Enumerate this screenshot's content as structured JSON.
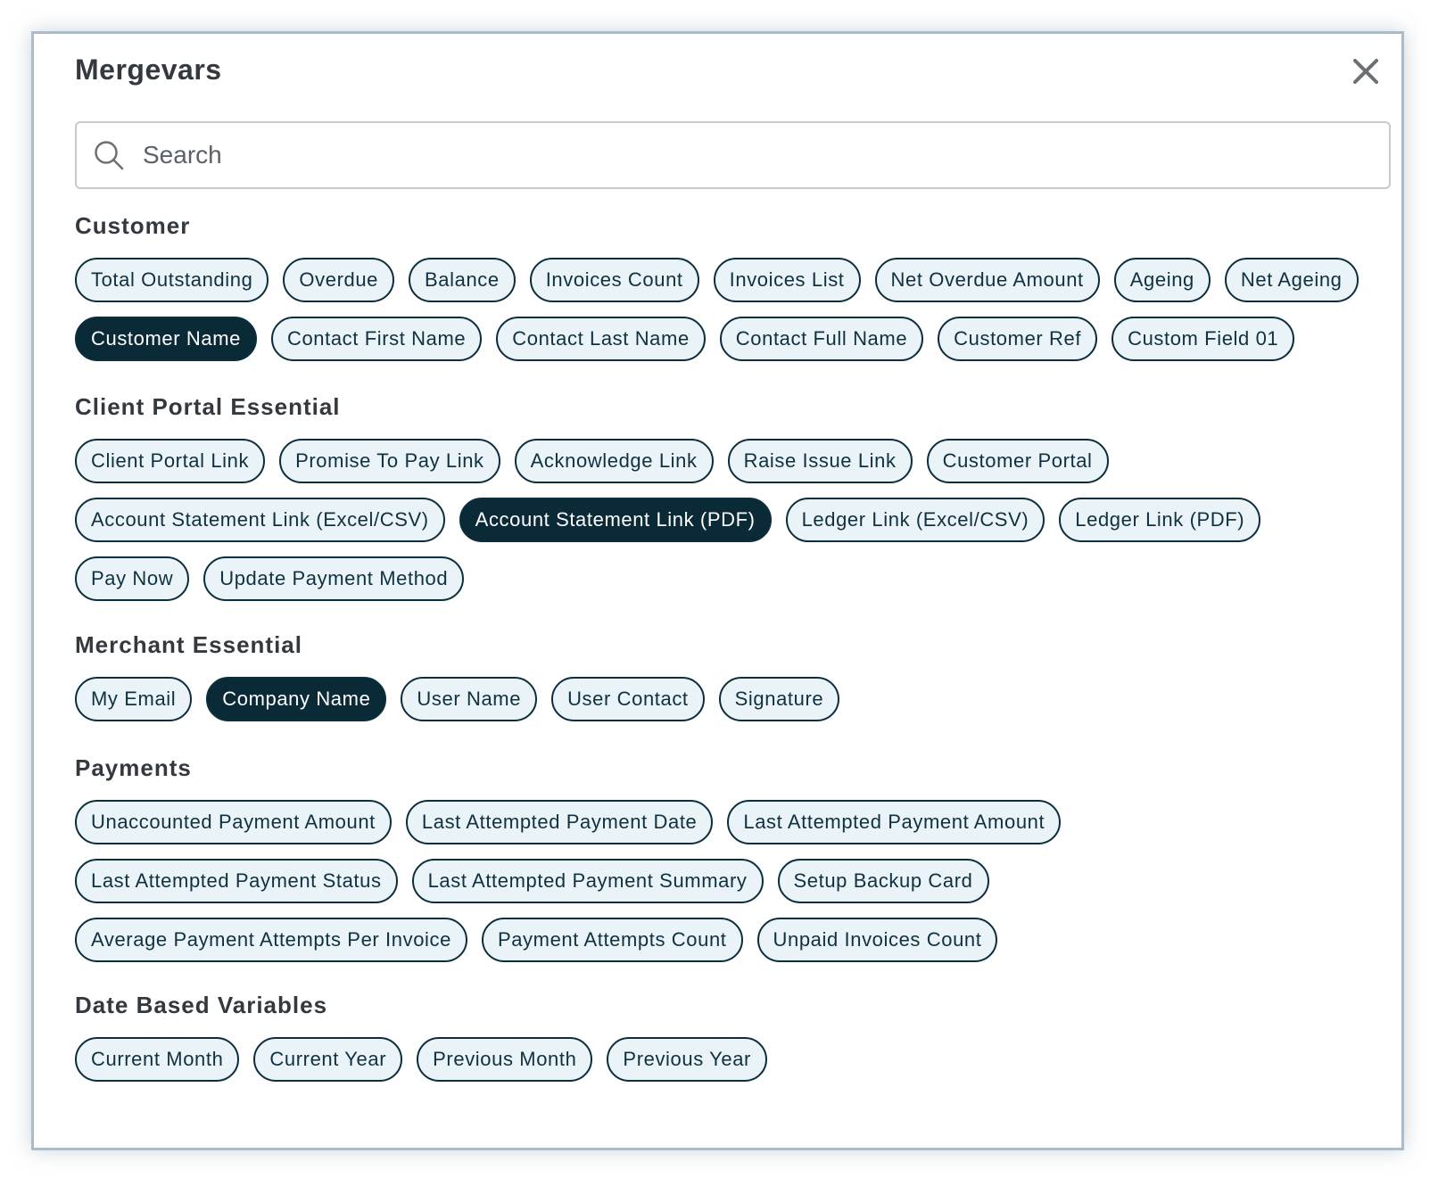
{
  "modal": {
    "title": "Mergevars",
    "search": {
      "placeholder": "Search",
      "value": ""
    }
  },
  "colors": {
    "chip_border": "#0c2e3c",
    "chip_background": "#e9f3f8",
    "chip_active_background": "#0b2a38",
    "modal_border": "#a8bccb"
  },
  "sections": [
    {
      "title": "Customer",
      "chips": [
        {
          "label": "Total Outstanding",
          "active": false
        },
        {
          "label": "Overdue",
          "active": false
        },
        {
          "label": "Balance",
          "active": false
        },
        {
          "label": "Invoices Count",
          "active": false
        },
        {
          "label": "Invoices List",
          "active": false
        },
        {
          "label": "Net Overdue Amount",
          "active": false
        },
        {
          "label": "Ageing",
          "active": false
        },
        {
          "label": "Net Ageing",
          "active": false
        },
        {
          "label": "Customer Name",
          "active": true
        },
        {
          "label": "Contact First Name",
          "active": false
        },
        {
          "label": "Contact Last Name",
          "active": false
        },
        {
          "label": "Contact Full Name",
          "active": false
        },
        {
          "label": "Customer Ref",
          "active": false
        },
        {
          "label": "Custom Field 01",
          "active": false
        }
      ]
    },
    {
      "title": "Client Portal Essential",
      "chips": [
        {
          "label": "Client Portal Link",
          "active": false
        },
        {
          "label": "Promise To Pay Link",
          "active": false
        },
        {
          "label": "Acknowledge Link",
          "active": false
        },
        {
          "label": "Raise Issue Link",
          "active": false
        },
        {
          "label": "Customer Portal",
          "active": false
        },
        {
          "label": "Account Statement Link (Excel/CSV)",
          "active": false
        },
        {
          "label": "Account Statement Link (PDF)",
          "active": true
        },
        {
          "label": "Ledger Link (Excel/CSV)",
          "active": false
        },
        {
          "label": "Ledger Link (PDF)",
          "active": false
        },
        {
          "label": "Pay Now",
          "active": false
        },
        {
          "label": "Update Payment Method",
          "active": false
        }
      ]
    },
    {
      "title": "Merchant Essential",
      "chips": [
        {
          "label": "My Email",
          "active": false
        },
        {
          "label": "Company Name",
          "active": true
        },
        {
          "label": "User Name",
          "active": false
        },
        {
          "label": "User Contact",
          "active": false
        },
        {
          "label": "Signature",
          "active": false
        }
      ]
    },
    {
      "title": "Payments",
      "chips": [
        {
          "label": "Unaccounted Payment Amount",
          "active": false
        },
        {
          "label": "Last Attempted Payment Date",
          "active": false
        },
        {
          "label": "Last Attempted Payment Amount",
          "active": false
        },
        {
          "label": "Last Attempted Payment Status",
          "active": false
        },
        {
          "label": "Last Attempted Payment Summary",
          "active": false
        },
        {
          "label": "Setup Backup Card",
          "active": false
        },
        {
          "label": "Average Payment Attempts Per Invoice",
          "active": false
        },
        {
          "label": "Payment Attempts Count",
          "active": false
        },
        {
          "label": "Unpaid Invoices Count",
          "active": false
        }
      ]
    },
    {
      "title": "Date Based Variables",
      "chips": [
        {
          "label": "Current Month",
          "active": false
        },
        {
          "label": "Current Year",
          "active": false
        },
        {
          "label": "Previous Month",
          "active": false
        },
        {
          "label": "Previous Year",
          "active": false
        }
      ]
    }
  ]
}
